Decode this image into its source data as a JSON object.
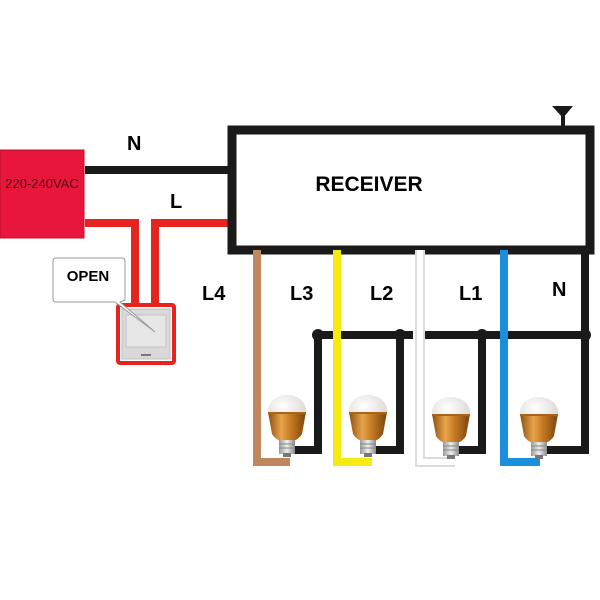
{
  "diagram": {
    "power_source": {
      "label": "220-240VAC",
      "color": "#e8163a"
    },
    "receiver": {
      "label": "RECEIVER"
    },
    "switch": {
      "callout": "OPEN"
    },
    "input_wires": [
      {
        "id": "N",
        "label": "N",
        "color": "#1a1a1a"
      },
      {
        "id": "L",
        "label": "L",
        "color": "#e52420"
      }
    ],
    "output_wires": [
      {
        "id": "L4",
        "label": "L4",
        "color": "#c08660"
      },
      {
        "id": "L3",
        "label": "L3",
        "color": "#f5ea12"
      },
      {
        "id": "L2",
        "label": "L2",
        "color": "#ffffff"
      },
      {
        "id": "L1",
        "label": "L1",
        "color": "#1a8fde"
      },
      {
        "id": "N",
        "label": "N",
        "color": "#1a1a1a"
      }
    ],
    "neutral_color": "#1a1a1a",
    "bulb_count": 4
  }
}
